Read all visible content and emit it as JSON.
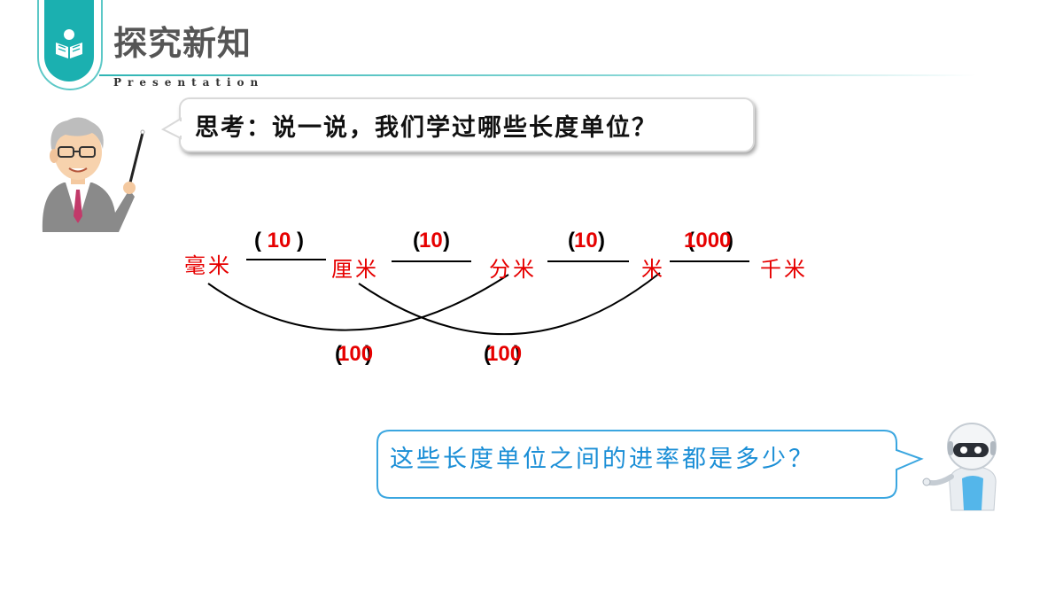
{
  "header": {
    "title": "探究新知",
    "subtitle": "Presentation",
    "icon": "reader-icon",
    "accent_color": "#1bb0b0"
  },
  "teacher_bubble": {
    "text": "思考：说一说，我们学过哪些长度单位？"
  },
  "robot_bubble": {
    "text": "这些长度单位之间的进率都是多少？",
    "text_color": "#1a8ed6"
  },
  "diagram": {
    "units": [
      "毫米",
      "厘米",
      "分米",
      "米",
      "千米"
    ],
    "adjacent_rates": [
      "10",
      "10",
      "10",
      "1000"
    ],
    "skip_rates": [
      "100",
      "100"
    ],
    "unit_color": "#e60000",
    "paren_open": "(",
    "paren_close": ")"
  }
}
